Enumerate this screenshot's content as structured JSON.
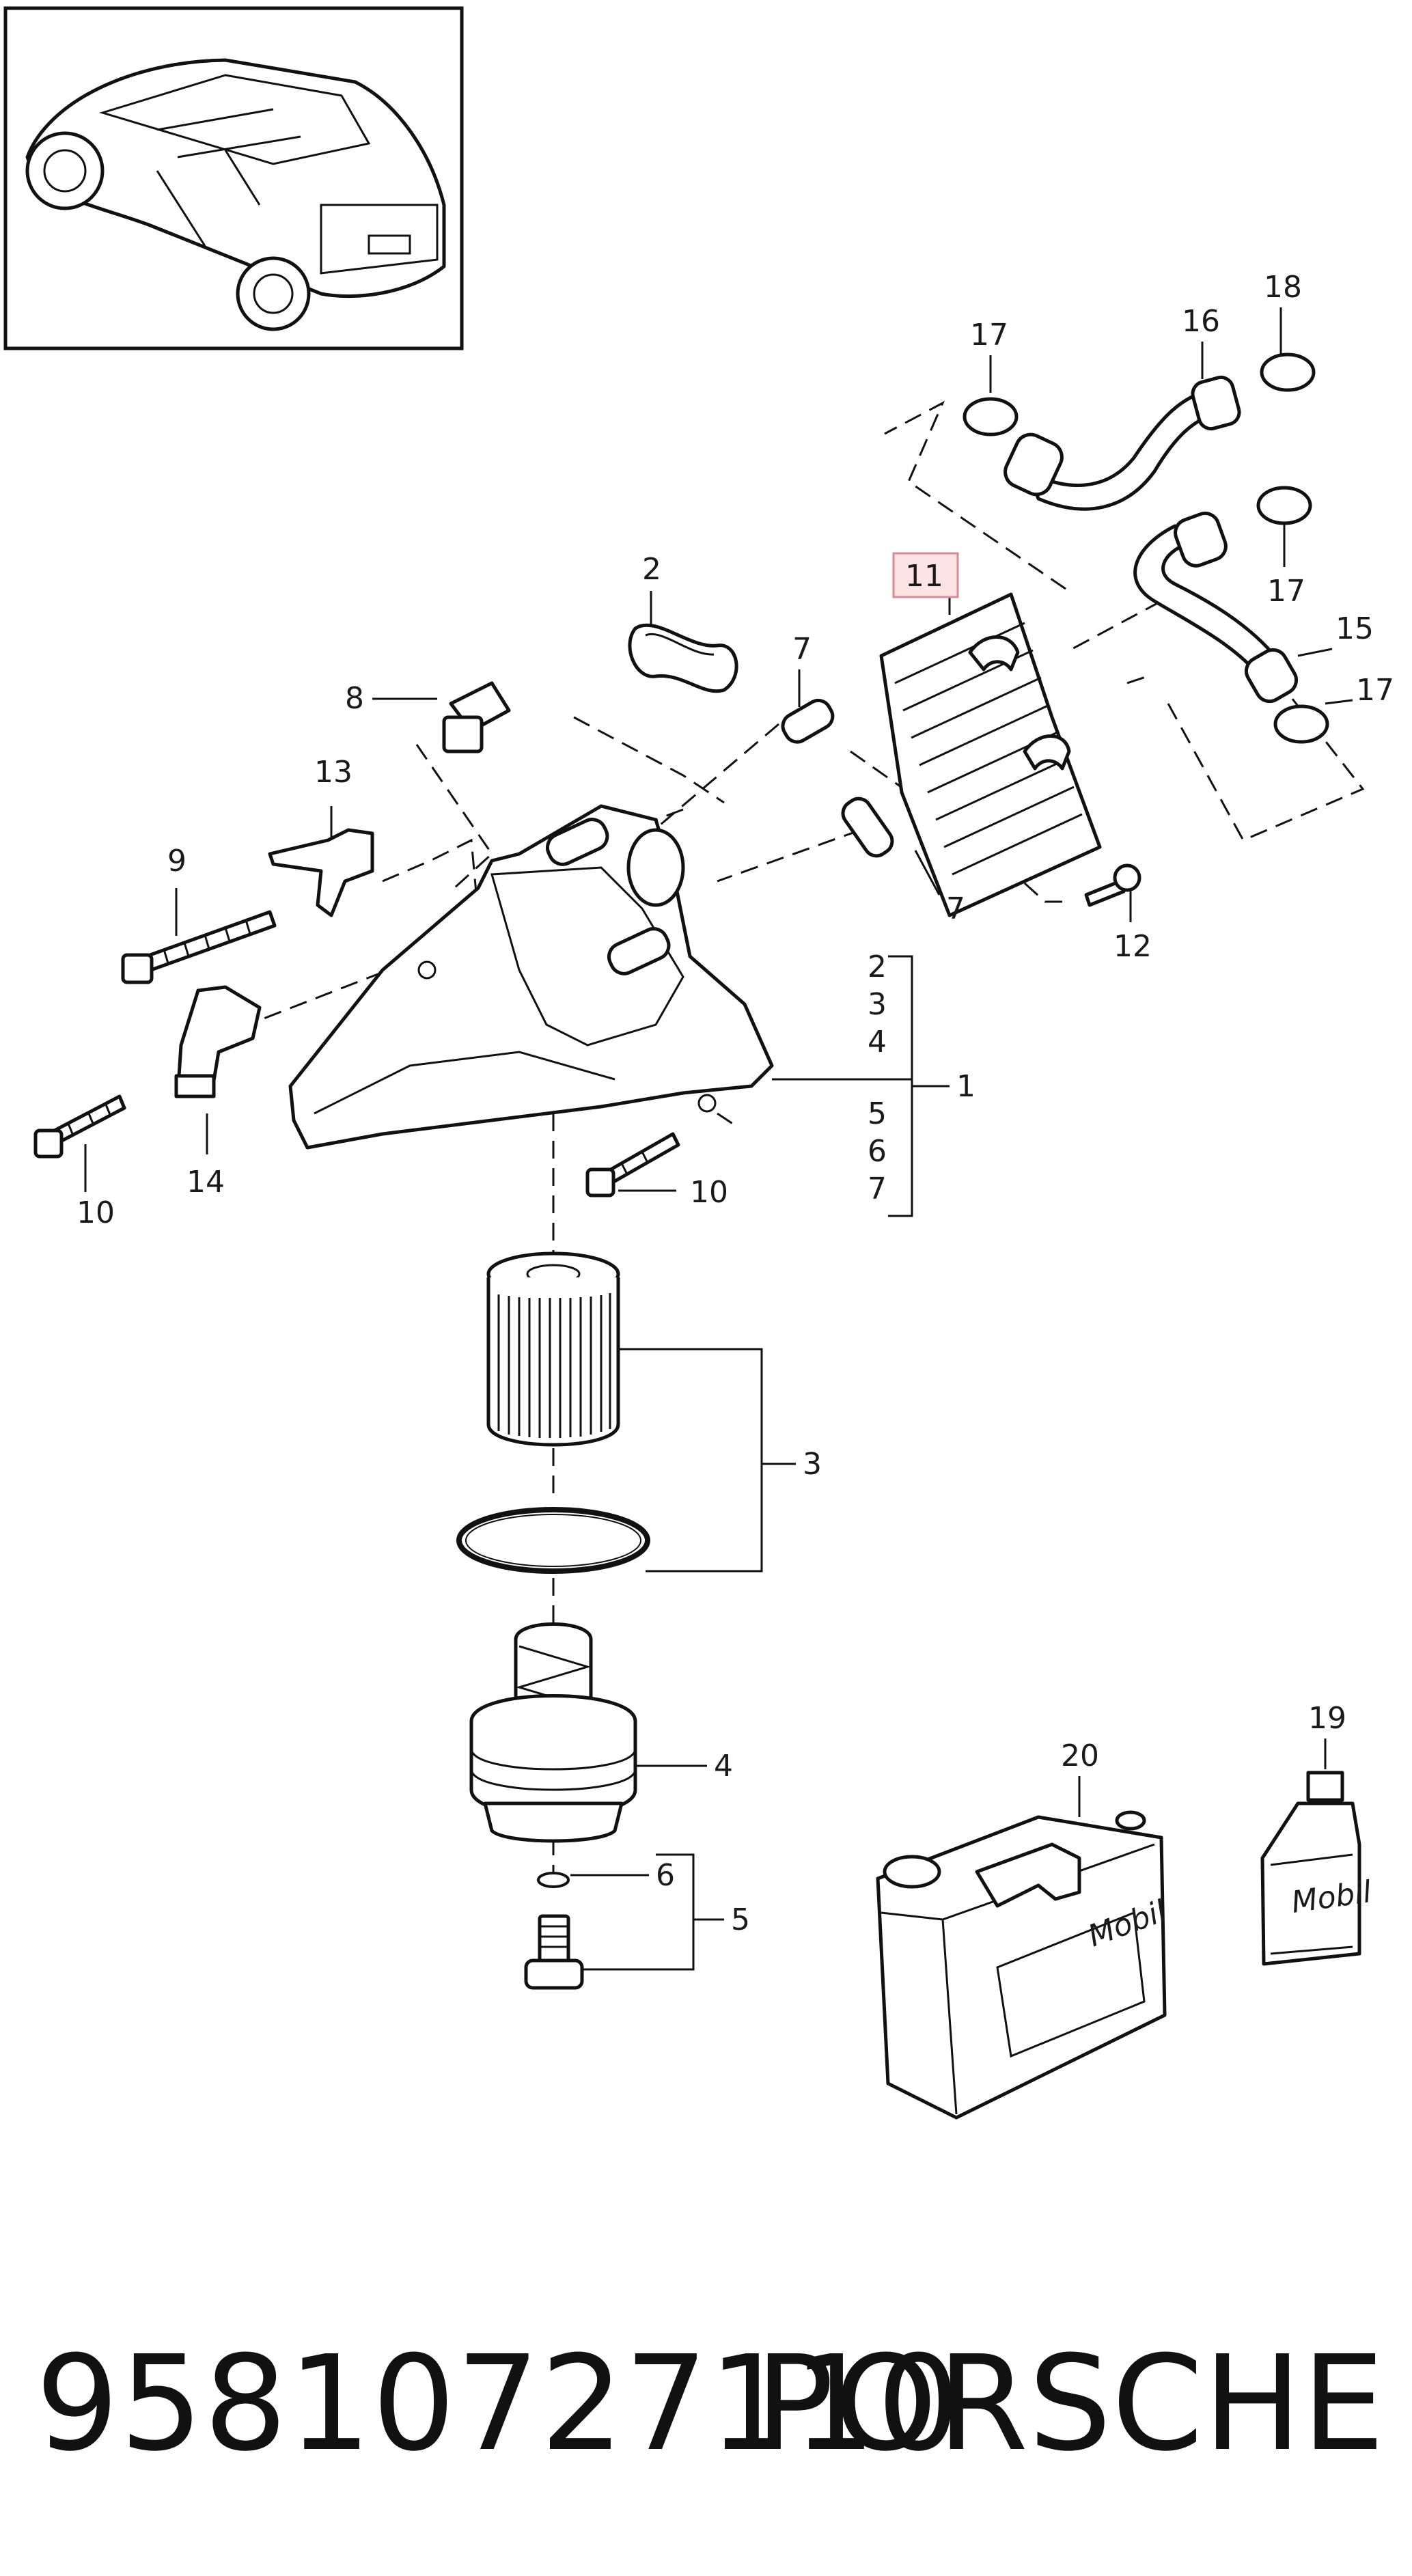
{
  "callouts": [
    {
      "id": "c2",
      "text": "2"
    },
    {
      "id": "c7a",
      "text": "7"
    },
    {
      "id": "c7b",
      "text": "7"
    },
    {
      "id": "c8",
      "text": "8"
    },
    {
      "id": "c9",
      "text": "9"
    },
    {
      "id": "c10a",
      "text": "10"
    },
    {
      "id": "c10b",
      "text": "10"
    },
    {
      "id": "c11",
      "text": "11"
    },
    {
      "id": "c12",
      "text": "12"
    },
    {
      "id": "c13",
      "text": "13"
    },
    {
      "id": "c14",
      "text": "14"
    },
    {
      "id": "c15",
      "text": "15"
    },
    {
      "id": "c16",
      "text": "16"
    },
    {
      "id": "c17a",
      "text": "17"
    },
    {
      "id": "c17b",
      "text": "17"
    },
    {
      "id": "c17c",
      "text": "17"
    },
    {
      "id": "c18",
      "text": "18"
    },
    {
      "id": "c19",
      "text": "19"
    },
    {
      "id": "c20",
      "text": "20"
    },
    {
      "id": "c3",
      "text": "3"
    },
    {
      "id": "c4",
      "text": "4"
    },
    {
      "id": "c5",
      "text": "5"
    },
    {
      "id": "c6",
      "text": "6"
    }
  ],
  "assembly_group": {
    "parent": "1",
    "members": [
      "2",
      "3",
      "4",
      "5",
      "6",
      "7"
    ]
  },
  "product_labels": {
    "canister": "Mobil",
    "bottle": "Mobil"
  },
  "footer": {
    "part_number": "95810727110",
    "brand": "PORSCHE"
  },
  "colors": {
    "highlight_fill": "#fbe3e6",
    "highlight_stroke": "#d98a95",
    "ink": "#111111"
  }
}
